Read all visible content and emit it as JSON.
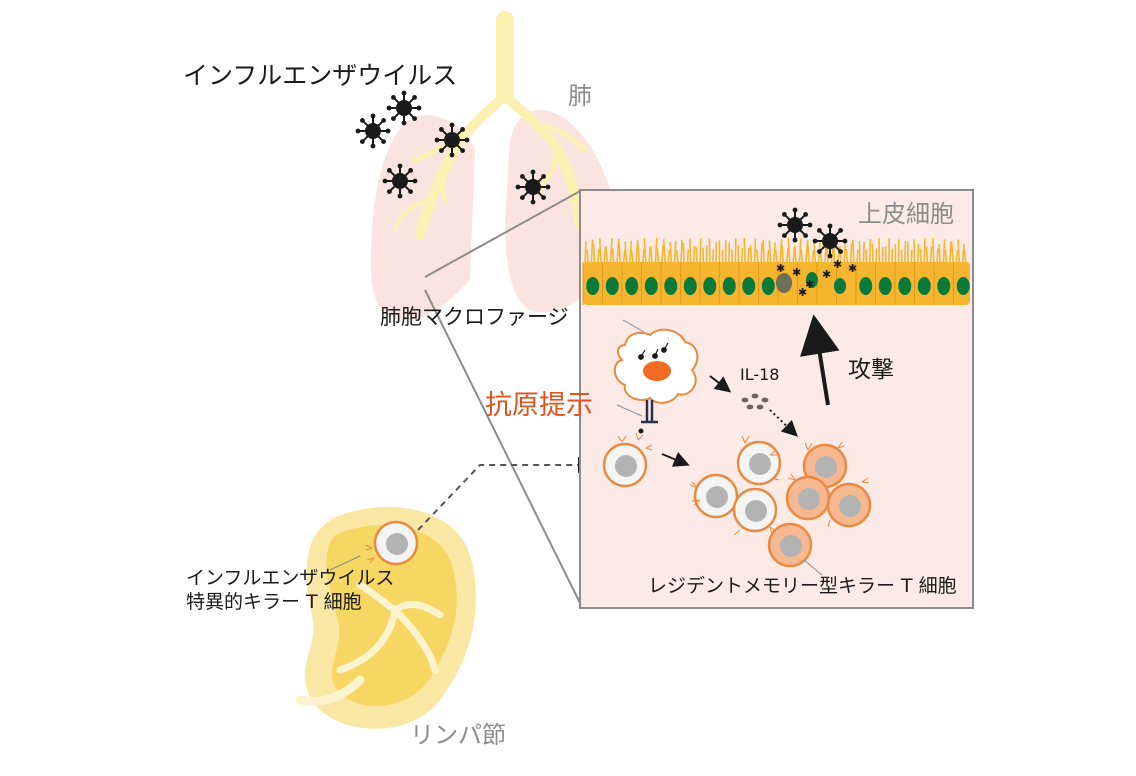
{
  "labels": {
    "influenza_virus": "インフルエンザウイルス",
    "lung": "肺",
    "epithelial_cells": "上皮細胞",
    "alveolar_macrophage": "肺胞マクロファージ",
    "il18": "IL-18",
    "attack": "攻撃",
    "antigen_presentation": "抗原提示",
    "resident_memory_killer_t": "レジデントメモリー型キラー T 細胞",
    "specific_killer_t_line1": "インフルエンザウイルス",
    "specific_killer_t_line2": "特異的キラー T 細胞",
    "lymph_node": "リンパ節"
  },
  "colors": {
    "lung": "#fbe4df",
    "airway": "#fdf0b3",
    "zoom_panel": "#fbeae5",
    "epithelium": "#f5b52e",
    "nucleus": "#0a7a3a",
    "macrophage_nucleus": "#ef6c22",
    "t_cell_border": "#e98a40",
    "resident_t_fill": "#f6b890",
    "lymph_node": "#f7d764",
    "antigen_text": "#e0531f",
    "virus": "#1a1a1a"
  }
}
